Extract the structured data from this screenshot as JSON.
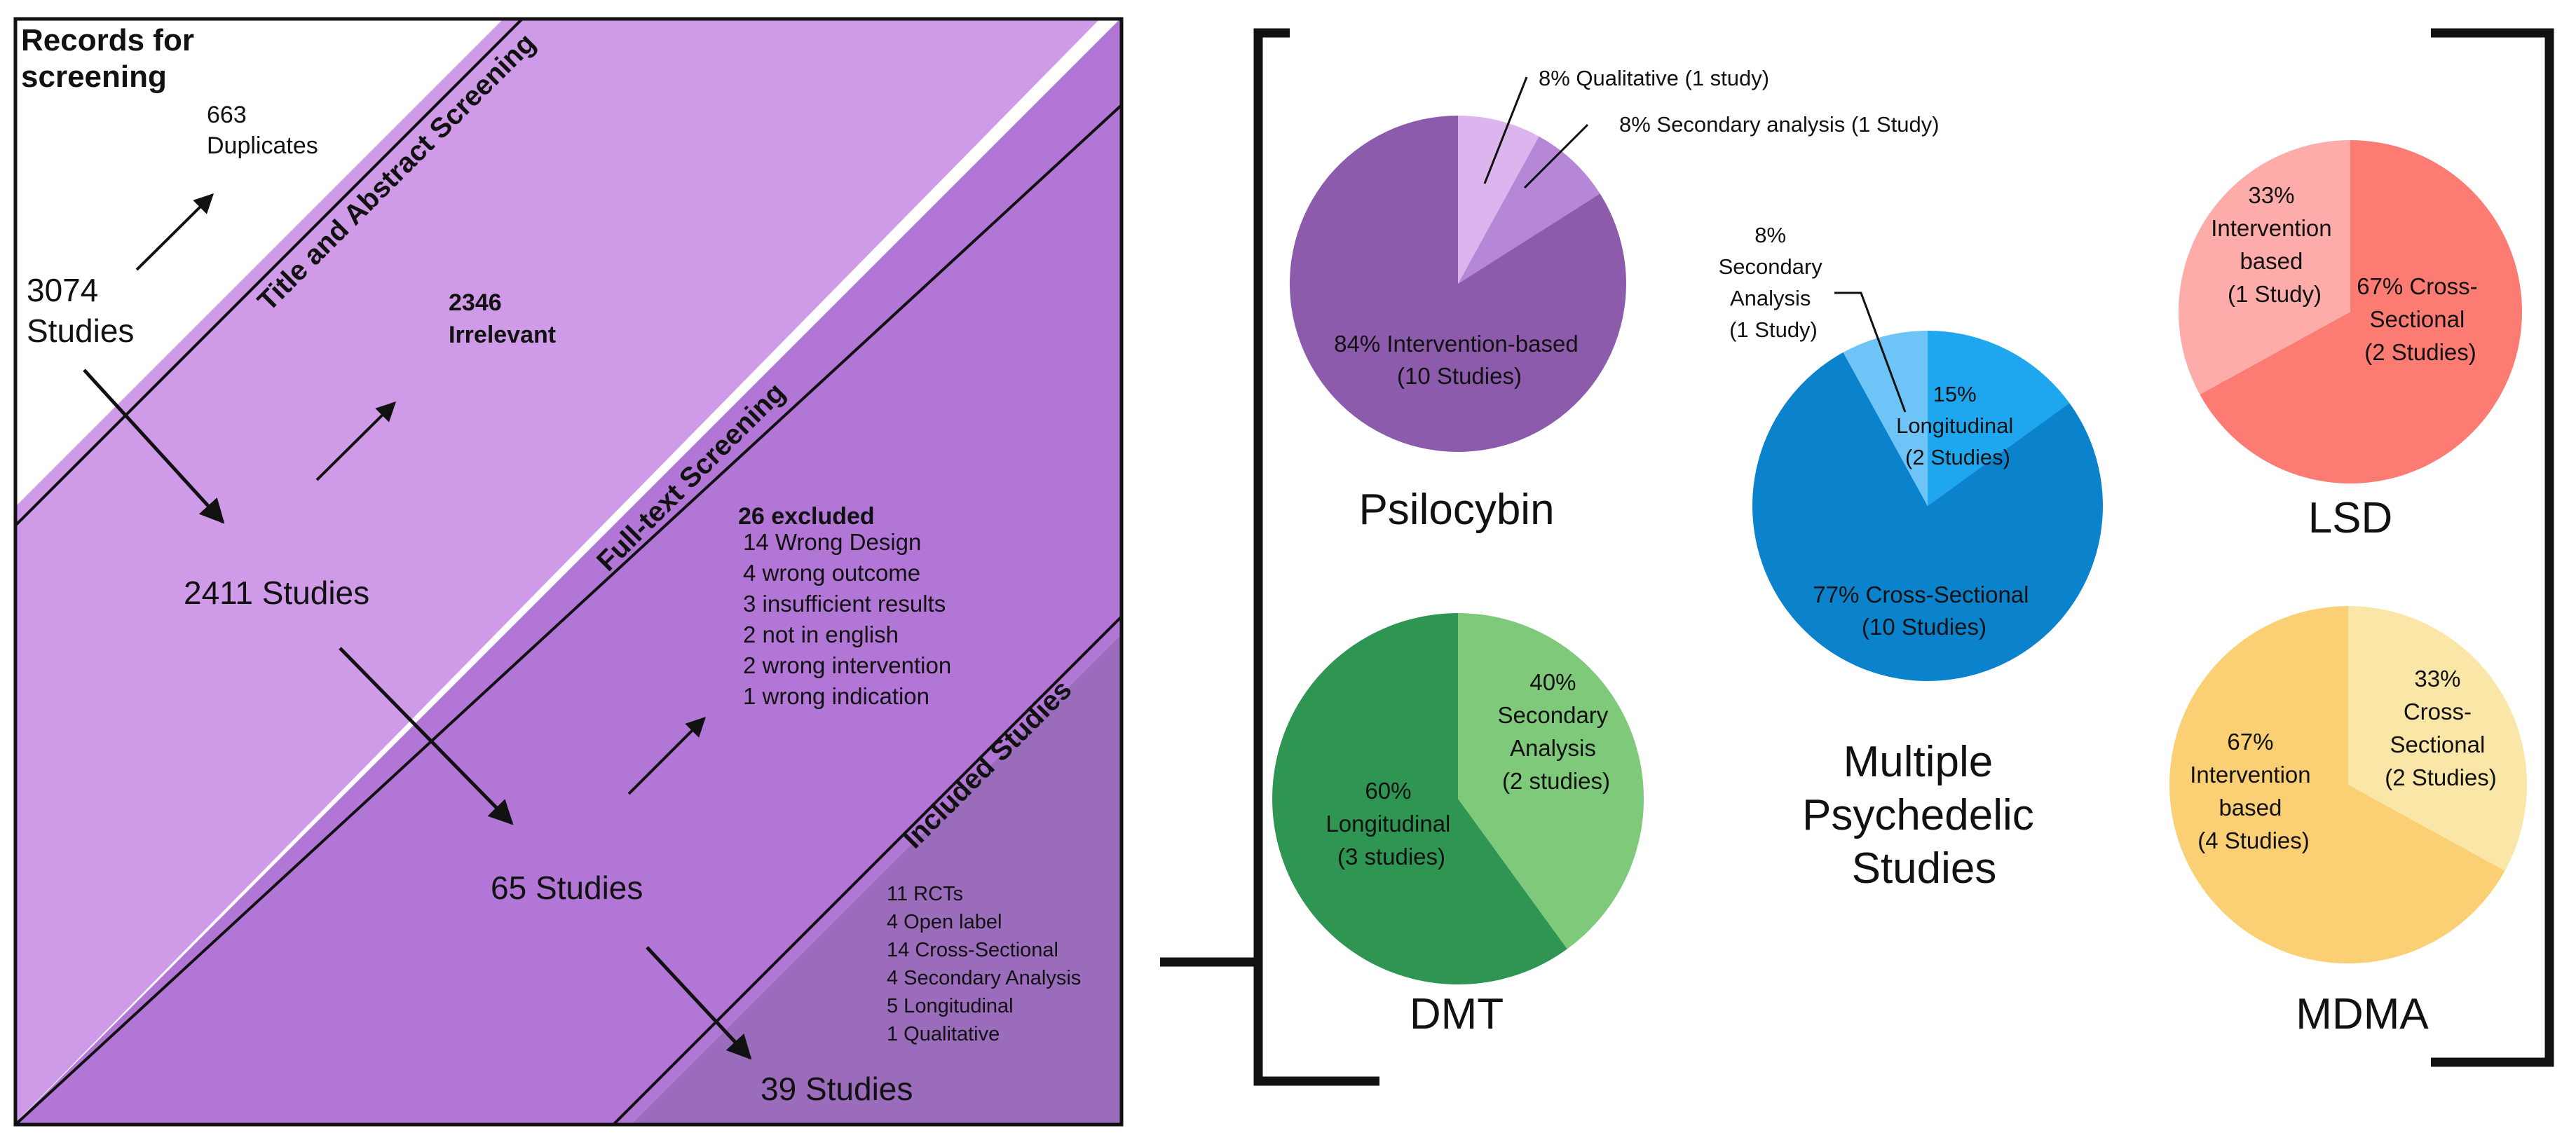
{
  "flow": {
    "records_title": [
      "Records for",
      "screening"
    ],
    "stage_titles": {
      "title_abstract": "Title and Abstract Screening",
      "full_text": "Full-text Screening",
      "included": "Included Studies"
    },
    "start": [
      "3074",
      "Studies"
    ],
    "duplicates": [
      "663",
      "Duplicates"
    ],
    "irrelevant": [
      "2346",
      "Irrelevant"
    ],
    "after_screen": "2411 Studies",
    "excluded": {
      "title": "26 excluded",
      "reasons": [
        "14 Wrong Design",
        "4 wrong outcome",
        "3 insufficient results",
        "2 not in english",
        "2 wrong intervention",
        "1 wrong indication"
      ]
    },
    "after_fulltext": "65 Studies",
    "included_breakdown": [
      "11 RCTs",
      "4 Open label",
      "14 Cross-Sectional",
      "4 Secondary Analysis",
      "5 Longitudinal",
      "1 Qualitative"
    ],
    "final": "39 Studies",
    "colors": {
      "white_band": "#ffffff",
      "band1": "#cf9be8",
      "band2": "#b176d6",
      "band3": "#9b6bbc",
      "border": "#111111"
    }
  },
  "pies": [
    {
      "title": "Psilocybin",
      "slices": [
        {
          "value": 8,
          "color": "#dcb5ee",
          "label": [
            "8% Qualitative (1 study)"
          ]
        },
        {
          "value": 8,
          "color": "#b587d6",
          "label": [
            "8% Secondary analysis (1 Study)"
          ]
        },
        {
          "value": 84,
          "color": "#8c5bab",
          "label": [
            "84% Intervention-based",
            "(10 Studies)"
          ]
        }
      ]
    },
    {
      "title": "LSD",
      "slices": [
        {
          "value": 67,
          "color": "#fc7b73",
          "label": [
            "67% Cross-",
            "Sectional",
            "(2 Studies)"
          ]
        },
        {
          "value": 33,
          "color": "#fdacaa",
          "label": [
            "33%",
            "Intervention",
            "based",
            "(1 Study)"
          ]
        }
      ]
    },
    {
      "title": [
        "Multiple",
        "Psychedelic",
        "Studies"
      ],
      "slices": [
        {
          "value": 15,
          "color": "#1ea6ef",
          "label": [
            "15%",
            "Longitudinal",
            "(2 Studies)"
          ]
        },
        {
          "value": 77,
          "color": "#0a83cc",
          "label": [
            "77% Cross-Sectional",
            "(10 Studies)"
          ]
        },
        {
          "value": 8,
          "color": "#6ec4f6",
          "label": [
            "8%",
            "Secondary",
            "Analysis",
            "(1 Study)"
          ]
        }
      ]
    },
    {
      "title": "DMT",
      "slices": [
        {
          "value": 40,
          "color": "#7ec97a",
          "label": [
            "40%",
            "Secondary",
            "Analysis",
            "(2 studies)"
          ]
        },
        {
          "value": 60,
          "color": "#2e9652",
          "label": [
            "60%",
            "Longitudinal",
            "(3 studies)"
          ]
        }
      ]
    },
    {
      "title": "MDMA",
      "slices": [
        {
          "value": 33,
          "color": "#fae6a6",
          "label": [
            "33%",
            "Cross-",
            "Sectional",
            "(2 Studies)"
          ]
        },
        {
          "value": 67,
          "color": "#fbcf74",
          "label": [
            "67%",
            "Intervention",
            "based",
            "(4 Studies)"
          ]
        }
      ]
    }
  ]
}
